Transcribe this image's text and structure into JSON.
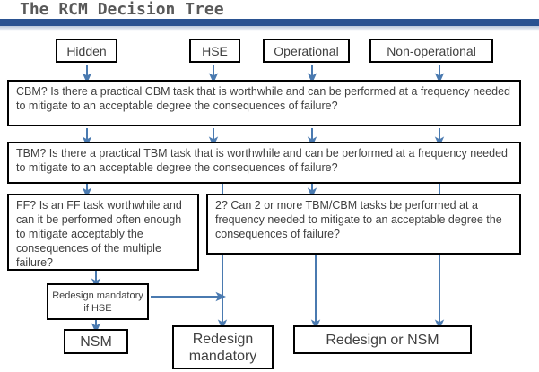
{
  "header": {
    "title": "The RCM Decision Tree",
    "bar_color": "#2a5291"
  },
  "colors": {
    "box_border": "#000000",
    "text": "#404040",
    "arrow": "#4a7ab0",
    "header_blue": "#2a5291"
  },
  "diagram": {
    "type": "flowchart",
    "categories": [
      {
        "id": "hidden",
        "label": "Hidden"
      },
      {
        "id": "hse",
        "label": "HSE"
      },
      {
        "id": "operational",
        "label": "Operational"
      },
      {
        "id": "nonoperational",
        "label": "Non-operational"
      }
    ],
    "decisions": [
      {
        "id": "cbm",
        "label": "CBM? Is there a practical CBM task that is worthwhile and can be performed at a frequency needed to mitigate to an acceptable degree the consequences of failure?"
      },
      {
        "id": "tbm",
        "label": "TBM? Is there a practical TBM task that is worthwhile and can be performed at a frequency needed to mitigate to an acceptable degree the consequences of failure?"
      },
      {
        "id": "ff",
        "label": "FF? Is an FF task  worthwhile and can it be performed often enough to mitigate acceptably the consequences of the multiple failure?"
      },
      {
        "id": "two",
        "label": "2? Can 2 or more TBM/CBM tasks be performed at a frequency needed to mitigate to an acceptable degree the consequences of failure?"
      }
    ],
    "outcomes": [
      {
        "id": "redesign-hse",
        "label": "Redesign mandatory if HSE"
      },
      {
        "id": "nsm",
        "label": "NSM"
      },
      {
        "id": "redesign-mandatory",
        "label": "Redesign mandatory"
      },
      {
        "id": "redesign-or-nsm",
        "label": "Redesign  or NSM"
      }
    ]
  }
}
